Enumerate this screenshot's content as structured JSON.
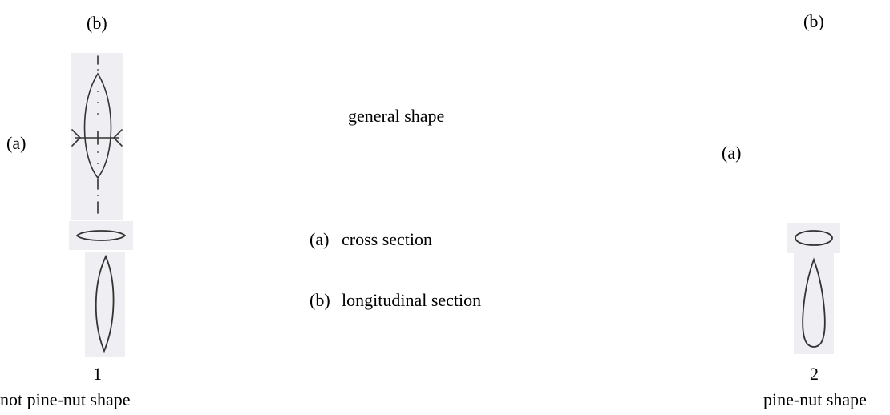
{
  "figure_1": {
    "label_b": "(b)",
    "label_a": "(a)",
    "number": "1",
    "caption": "not pine-nut shape"
  },
  "legend": {
    "title": "general shape",
    "items": [
      {
        "marker": "(a)",
        "text": "cross section"
      },
      {
        "marker": "(b)",
        "text": "longitudinal section"
      }
    ]
  },
  "figure_2": {
    "label_b": "(b)",
    "label_a": "(a)",
    "number": "2",
    "caption": "pine-nut shape"
  }
}
